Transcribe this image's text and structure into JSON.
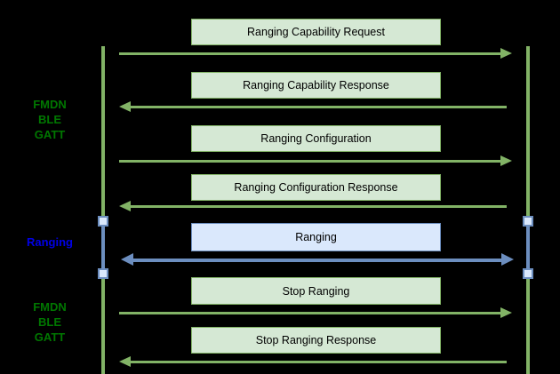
{
  "diagram": {
    "type": "sequence-diagram",
    "side_labels": {
      "top_protocol": "FMDN\nBLE\nGATT",
      "session_phase": "Ranging",
      "bottom_protocol": "FMDN\nBLE\nGATT"
    },
    "messages": [
      {
        "label": "Ranging Capability Request",
        "direction": "right",
        "scheme": "green"
      },
      {
        "label": "Ranging Capability Response",
        "direction": "left",
        "scheme": "green"
      },
      {
        "label": "Ranging Configuration",
        "direction": "right",
        "scheme": "green"
      },
      {
        "label": "Ranging Configuration Response",
        "direction": "left",
        "scheme": "green"
      },
      {
        "label": "Ranging",
        "direction": "both",
        "scheme": "blue"
      },
      {
        "label": "Stop Ranging",
        "direction": "right",
        "scheme": "green"
      },
      {
        "label": "Stop Ranging Response",
        "direction": "left",
        "scheme": "green"
      }
    ],
    "colors": {
      "background": "#000000",
      "box_green_fill": "#d5e8d4",
      "box_green_stroke": "#82b366",
      "box_blue_fill": "#dae8fc",
      "box_blue_stroke": "#6c8ebf",
      "arrow_green": "#82b366",
      "arrow_blue": "#6c8ebf",
      "label_green_text": "#007700",
      "label_blue_text": "#0000e6"
    }
  }
}
